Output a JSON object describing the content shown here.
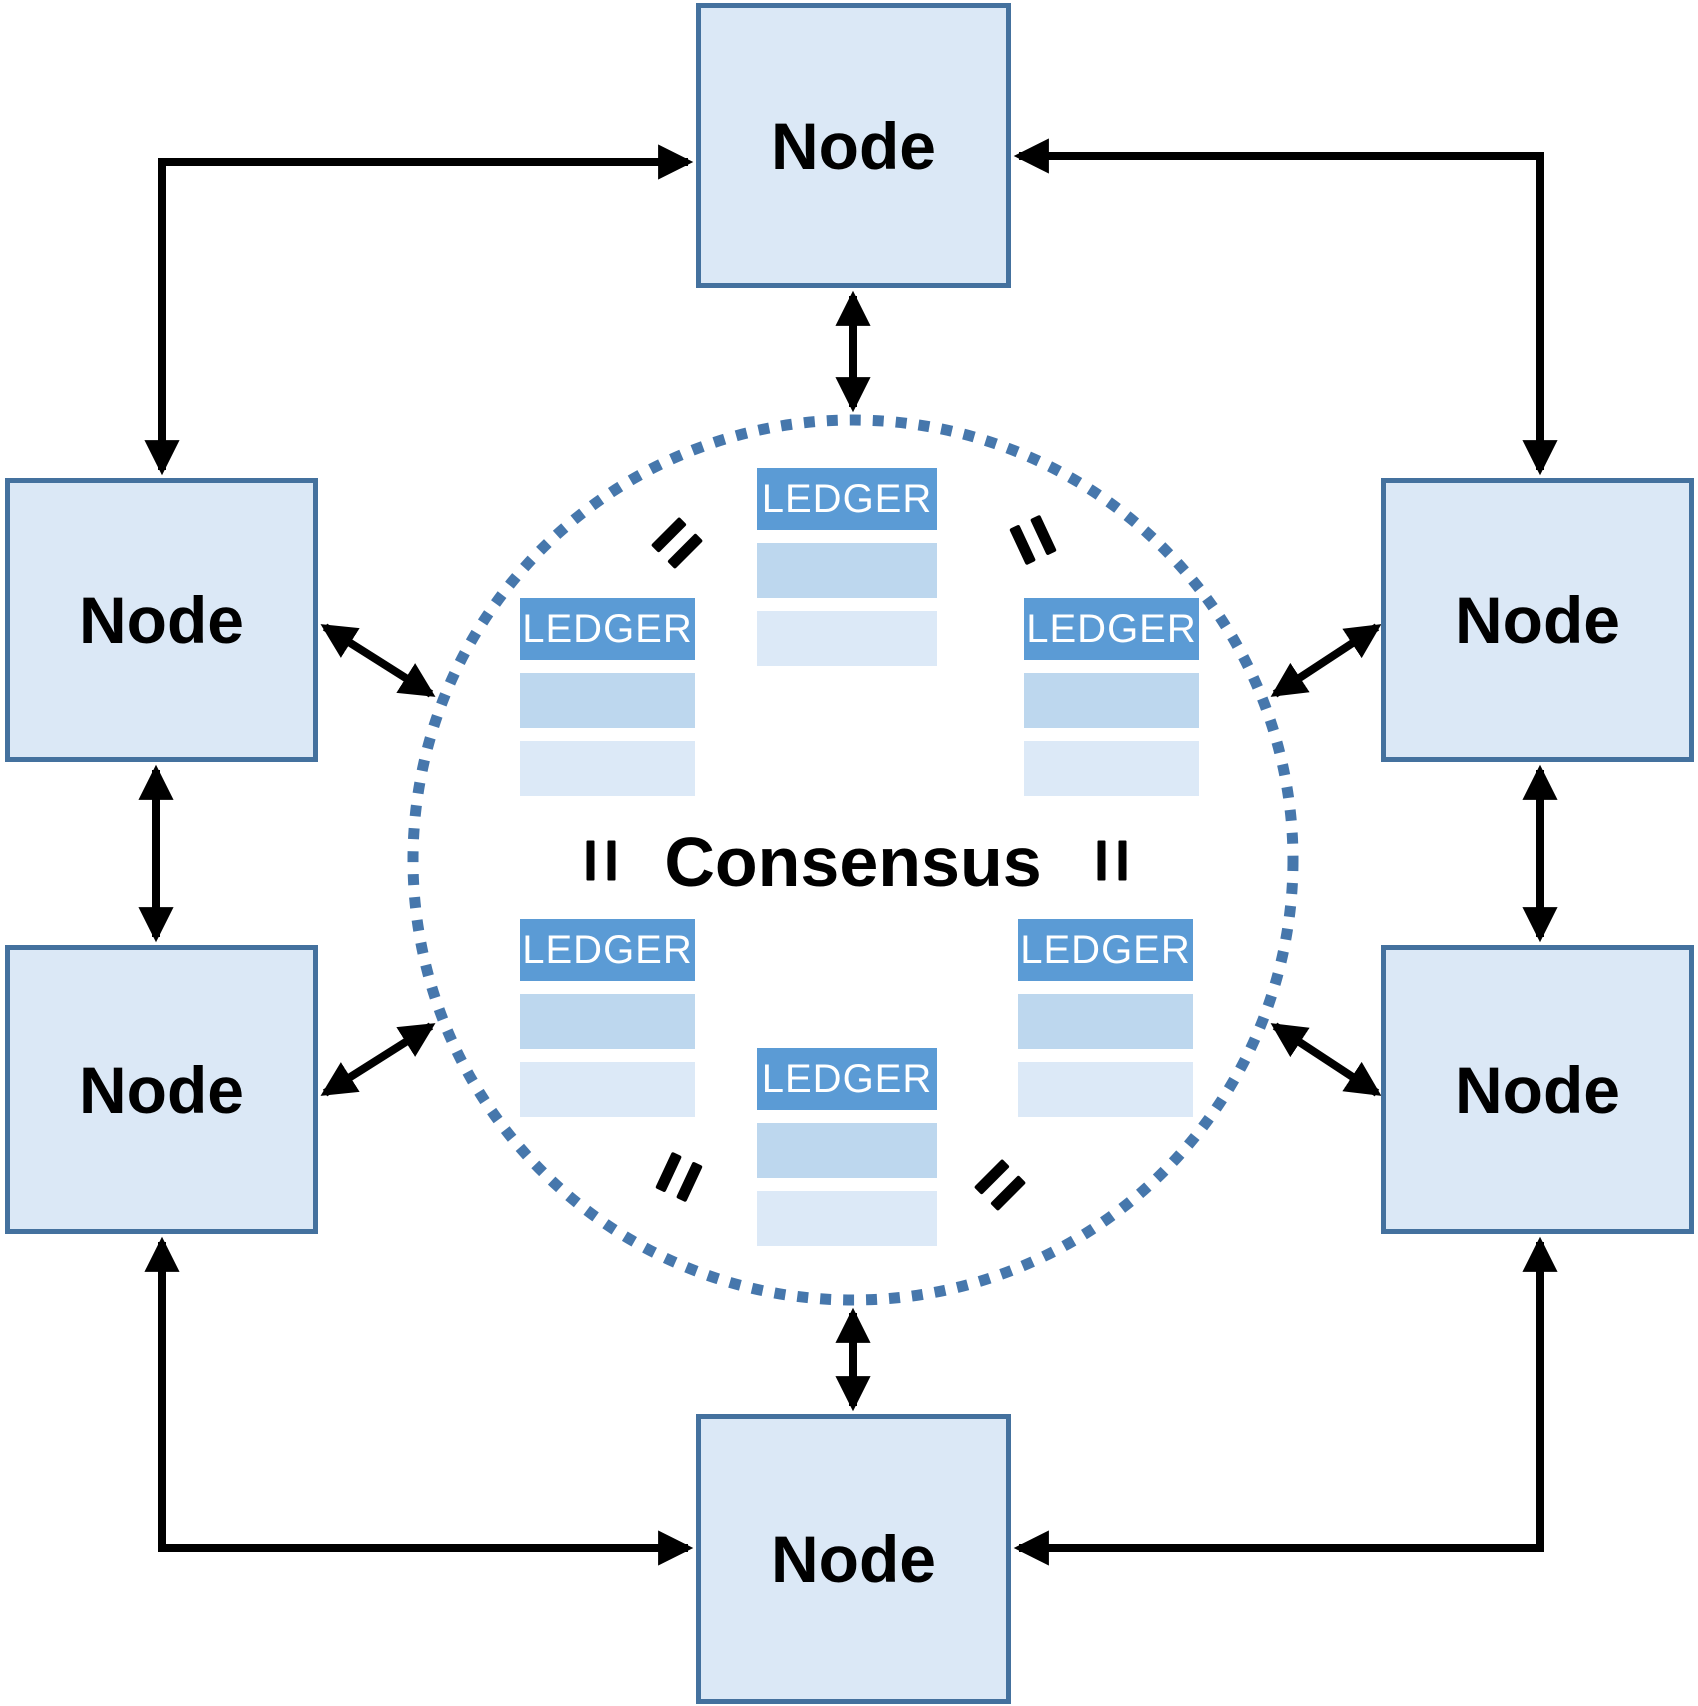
{
  "diagram": {
    "type": "network-consensus-diagram",
    "center_label": "Consensus",
    "equals_symbol": "=",
    "nodes": [
      {
        "id": "top",
        "label": "Node"
      },
      {
        "id": "left-upper",
        "label": "Node"
      },
      {
        "id": "left-lower",
        "label": "Node"
      },
      {
        "id": "right-upper",
        "label": "Node"
      },
      {
        "id": "right-lower",
        "label": "Node"
      },
      {
        "id": "bottom",
        "label": "Node"
      }
    ],
    "ledgers": [
      {
        "id": "top",
        "label": "LEDGER"
      },
      {
        "id": "left",
        "label": "LEDGER"
      },
      {
        "id": "right",
        "label": "LEDGER"
      },
      {
        "id": "bottom-left",
        "label": "LEDGER"
      },
      {
        "id": "bottom-right",
        "label": "LEDGER"
      },
      {
        "id": "bottom",
        "label": "LEDGER"
      }
    ],
    "connections": {
      "style": "double-headed-arrows",
      "node_to_node": "elbow and straight connectors between adjacent nodes",
      "node_to_circle": "straight and diagonal connectors between each node and the dotted consensus circle"
    },
    "colors": {
      "node_fill": "#dbe8f6",
      "node_border": "#44719e",
      "ledger_header": "#5b9bd5",
      "ledger_row_1": "#bdd7ee",
      "ledger_row_2": "#dce9f7",
      "circle_dotted": "#4677ac",
      "arrow": "#000000",
      "text": "#000000",
      "ledger_text": "#ffffff"
    }
  }
}
